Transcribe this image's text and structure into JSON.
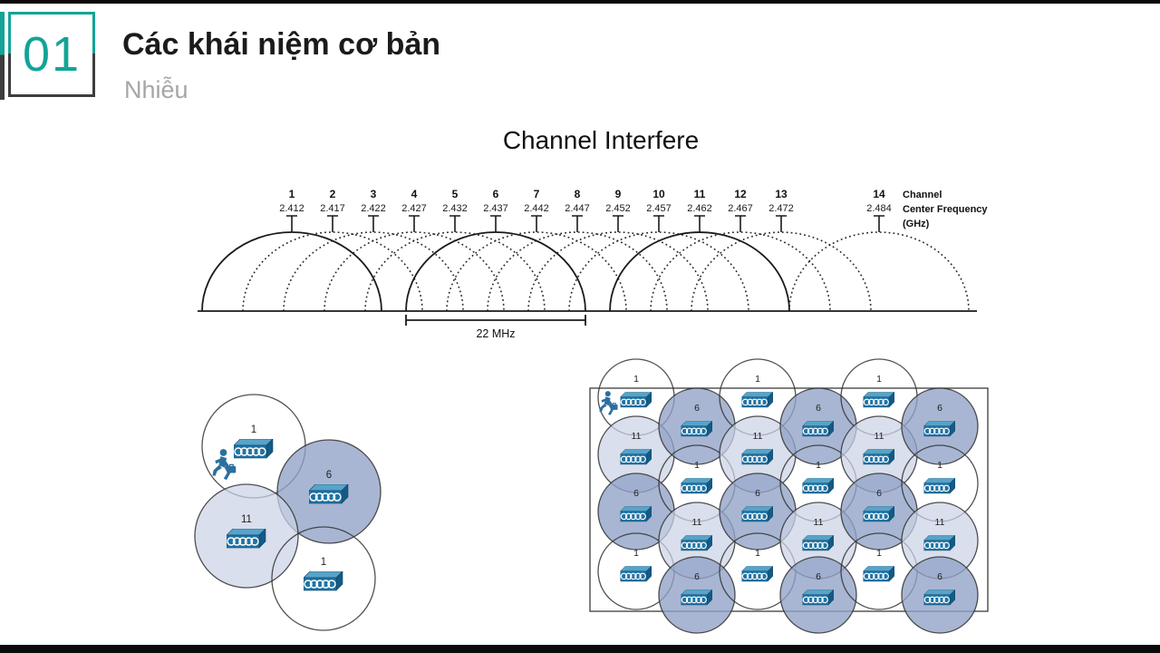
{
  "slide": {
    "number": "01",
    "title": "Các khái niệm cơ bản",
    "subtitle": "Nhiễu"
  },
  "colors": {
    "accent": "#14a397",
    "dark": "#3d3d3d",
    "ap_front": "#2073a4",
    "ap_top": "#57a3c9",
    "ap_side": "#135a86",
    "runner": "#2c6f9f",
    "cell_stroke": "#333333",
    "cell_fills": {
      "1": "none",
      "6": "#8fa2c6",
      "11": "#cbd3e5"
    },
    "cell_fill_opacity": {
      "1": 0,
      "6": 0.78,
      "11": 0.72
    }
  },
  "chart_data": {
    "type": "area",
    "title": "Channel Interfere",
    "x_axis_note": [
      "Channel",
      "Center Frequency",
      "(GHz)"
    ],
    "bandwidth_label": "22 MHz",
    "channel_width_mhz": 22,
    "channel_spacing_mhz": 5,
    "channels": [
      {
        "channel": 1,
        "center_frequency_ghz": 2.412,
        "line": "solid"
      },
      {
        "channel": 2,
        "center_frequency_ghz": 2.417,
        "line": "dotted"
      },
      {
        "channel": 3,
        "center_frequency_ghz": 2.422,
        "line": "dotted"
      },
      {
        "channel": 4,
        "center_frequency_ghz": 2.427,
        "line": "dotted"
      },
      {
        "channel": 5,
        "center_frequency_ghz": 2.432,
        "line": "dotted"
      },
      {
        "channel": 6,
        "center_frequency_ghz": 2.437,
        "line": "solid"
      },
      {
        "channel": 7,
        "center_frequency_ghz": 2.442,
        "line": "dotted"
      },
      {
        "channel": 8,
        "center_frequency_ghz": 2.447,
        "line": "dotted"
      },
      {
        "channel": 9,
        "center_frequency_ghz": 2.452,
        "line": "dotted"
      },
      {
        "channel": 10,
        "center_frequency_ghz": 2.457,
        "line": "dotted"
      },
      {
        "channel": 11,
        "center_frequency_ghz": 2.462,
        "line": "solid"
      },
      {
        "channel": 12,
        "center_frequency_ghz": 2.467,
        "line": "dotted"
      },
      {
        "channel": 13,
        "center_frequency_ghz": 2.472,
        "line": "dotted"
      },
      {
        "channel": 14,
        "center_frequency_ghz": 2.484,
        "line": "dotted"
      }
    ]
  },
  "left_diagram": {
    "cells": [
      {
        "channel": "1"
      },
      {
        "channel": "6"
      },
      {
        "channel": "11"
      },
      {
        "channel": "1"
      }
    ],
    "has_runner": true
  },
  "right_diagram": {
    "columns": [
      [
        "1",
        "11",
        "6",
        "1"
      ],
      [
        "6",
        "1",
        "11",
        "6"
      ],
      [
        "1",
        "11",
        "6",
        "1"
      ],
      [
        "6",
        "1",
        "11",
        "6"
      ],
      [
        "1",
        "11",
        "6",
        "1"
      ],
      [
        "6",
        "1",
        "11",
        "6"
      ]
    ],
    "has_runner": true
  }
}
